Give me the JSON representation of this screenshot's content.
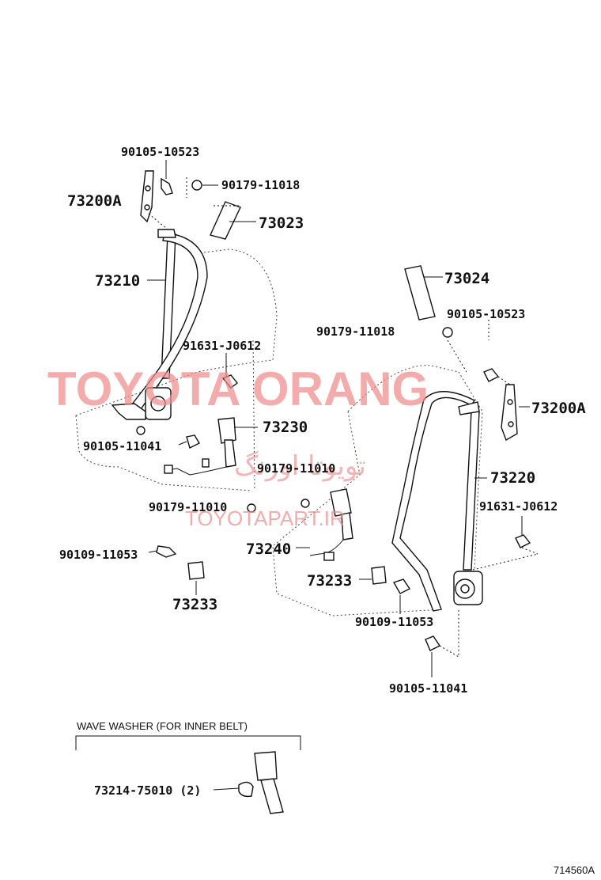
{
  "watermark": {
    "main": "TOYOTA ORANG",
    "persian": "تویوتا اورنگ",
    "site": "TOYOTAPART.IR"
  },
  "left_assembly": {
    "bolt_top": "90105-10523",
    "nut_top": "90179-11018",
    "anchor": "73200A",
    "cover": "73023",
    "belt": "73210",
    "bolt_mid": "91631-J0612",
    "bolt_lower": "90105-11041",
    "buckle": "73230",
    "nut_lower": "90179-11010",
    "clip_bolt": "90109-11053",
    "clip": "73233"
  },
  "right_assembly": {
    "cover": "73024",
    "bolt_top": "90105-10523",
    "nut_top": "90179-11018",
    "anchor": "73200A",
    "nut_lower": "90179-11010",
    "belt": "73220",
    "bolt_mid": "91631-J0612",
    "buckle": "73240",
    "clip": "73233",
    "clip_bolt": "90109-11053",
    "bolt_lower": "90105-11041"
  },
  "inset": {
    "title": "WAVE WASHER (FOR INNER BELT)",
    "part": "73214-75010 (2)"
  },
  "figure_id": "714560A"
}
